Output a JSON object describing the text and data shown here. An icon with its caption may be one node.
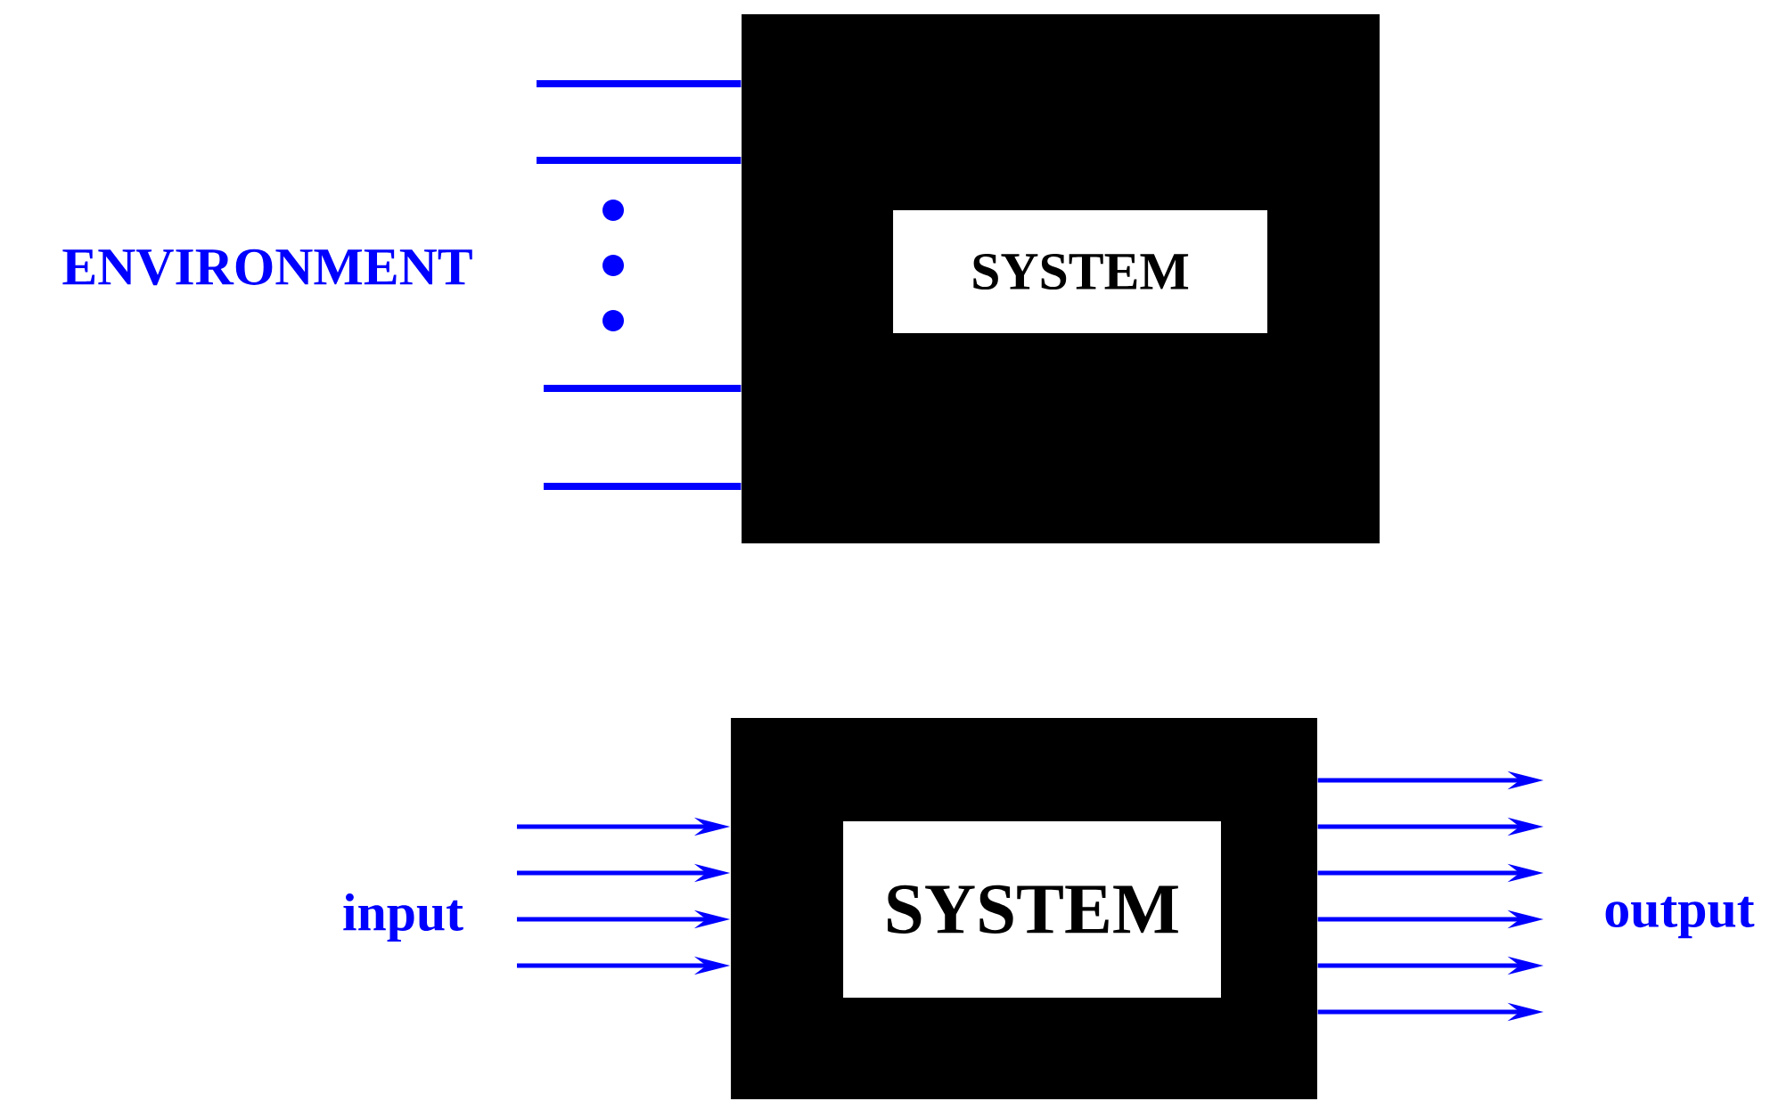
{
  "diagram": {
    "nodes": [
      {
        "text": [],
        "shape": "box"
      },
      {
        "text": [
          "SYSTEM"
        ],
        "in": 0
      },
      {
        "text": [],
        "shape": "box"
      },
      {
        "text": [
          "SYSTEM"
        ],
        "in": 2
      }
    ],
    "edges": [
      {
        "from": null,
        "to": 0,
        "arrow": "none"
      },
      {
        "from": null,
        "to": 0,
        "arrow": "none"
      },
      {
        "from": null,
        "to": 0,
        "arrow": "none"
      },
      {
        "from": null,
        "to": 0,
        "arrow": "none"
      },
      {
        "from": null,
        "to": 2,
        "arrow": "to"
      },
      {
        "from": null,
        "to": 2,
        "arrow": "to"
      },
      {
        "from": null,
        "to": 2,
        "arrow": "to"
      },
      {
        "from": null,
        "to": 2,
        "arrow": "to"
      },
      {
        "from": 2,
        "to": null,
        "arrow": "to"
      },
      {
        "from": 2,
        "to": null,
        "arrow": "to"
      },
      {
        "from": 2,
        "to": null,
        "arrow": "to"
      },
      {
        "from": 2,
        "to": null,
        "arrow": "to"
      },
      {
        "from": 2,
        "to": null,
        "arrow": "to"
      },
      {
        "from": 2,
        "to": null,
        "arrow": "to"
      }
    ],
    "labels": [
      "ENVIRONMENT",
      "input",
      "output"
    ]
  }
}
